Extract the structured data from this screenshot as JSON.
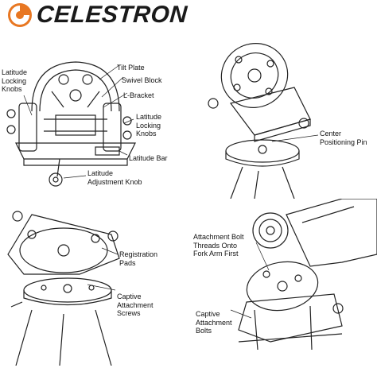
{
  "brand": {
    "name": "CELESTRON",
    "color": "#e87722"
  },
  "labels": {
    "latitude_locking_knobs_left": [
      "Latitude",
      "Locking",
      "Knobs"
    ],
    "tilt_plate": "Tilt Plate",
    "swivel_block": "Swivel Block",
    "l_bracket": "L-Bracket",
    "latitude_locking_knobs_right": [
      "Latitude",
      "Locking",
      "Knobs"
    ],
    "latitude_bar": "Latitude Bar",
    "latitude_adjustment_knob": [
      "Latitude",
      "Adjustment Knob"
    ],
    "center_positioning_pin": [
      "Center",
      "Positioning Pin"
    ],
    "registration_pads": [
      "Registration",
      "Pads"
    ],
    "captive_attachment_screws": [
      "Captive",
      "Attachment",
      "Screws"
    ],
    "attachment_bolt": [
      "Attachment Bolt",
      "Threads Onto",
      "Fork Arm First"
    ],
    "captive_attachment_bolts": [
      "Captive",
      "Attachment",
      "Bolts"
    ]
  }
}
